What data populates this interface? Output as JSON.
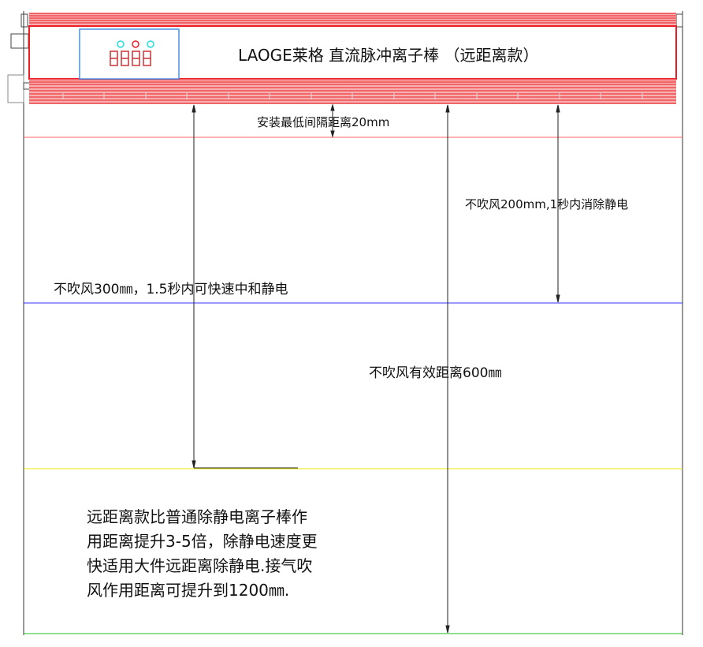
{
  "product_title": "LAOGE莱格  直流脉冲离子棒  （远距离款）",
  "annotations": {
    "min_spacing": "安装最低间隔距离20mm",
    "range_200": "不吹风200mm,1秒内消除静电",
    "range_300": "不吹风300㎜，1.5秒内可快速中和静电",
    "range_600": "不吹风有效距离600㎜"
  },
  "description_lines": [
    "远距离款比普通除静电离子棒作",
    "用距离提升3-5倍，除静电速度更",
    "快适用大件远距离除静电.接气吹",
    "风作用距离可提升到1200㎜."
  ],
  "colors": {
    "bar_red": "#ee1c24",
    "line_20mm": "#ff4444",
    "line_200mm": "#3333ff",
    "line_300mm": "#e8e800",
    "line_600mm": "#22bb22",
    "panel_blue": "#4a90e2"
  }
}
